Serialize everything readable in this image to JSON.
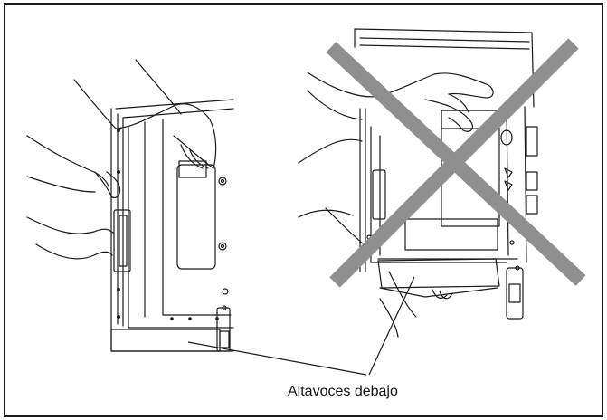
{
  "figure": {
    "caption": "Altavoces debajo"
  },
  "panels": [
    {
      "name": "correct-handling-panel",
      "shows_prohibition": false
    },
    {
      "name": "incorrect-handling-panel",
      "shows_prohibition": true
    }
  ],
  "icons": [
    "prohibited-cross-icon"
  ],
  "colors": {
    "line": "#1a1a1a",
    "cross": "#8f8f8f",
    "background": "#ffffff"
  }
}
